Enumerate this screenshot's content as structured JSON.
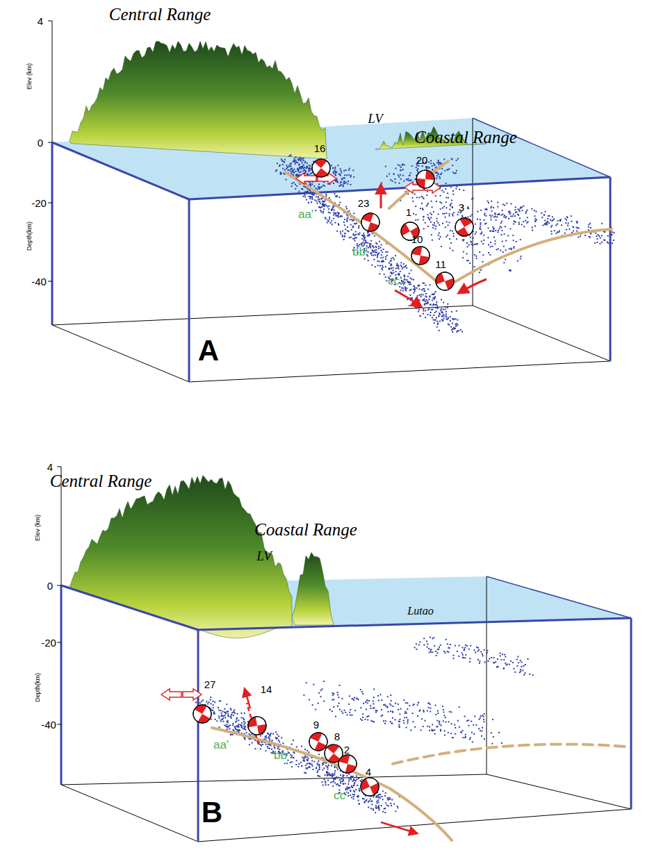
{
  "diagram": {
    "labels": [
      "Central Range",
      "Coastal Range",
      "LV",
      "4",
      "0",
      "Elev (km)",
      "-20",
      "-40",
      "Depth(km)",
      "16",
      "20",
      "23",
      "1",
      "3",
      "10",
      "11",
      "aa'",
      "bb'",
      "cc'",
      "A",
      "Central Range",
      "Coastal Range",
      "LV",
      "Lutao",
      "4",
      "0",
      "Elev (km)",
      "-20",
      "-40",
      "Depth(km)",
      "27",
      "14",
      "9",
      "8",
      "2",
      "4",
      "aa'",
      "bb'",
      "cc'",
      "B"
    ]
  }
}
